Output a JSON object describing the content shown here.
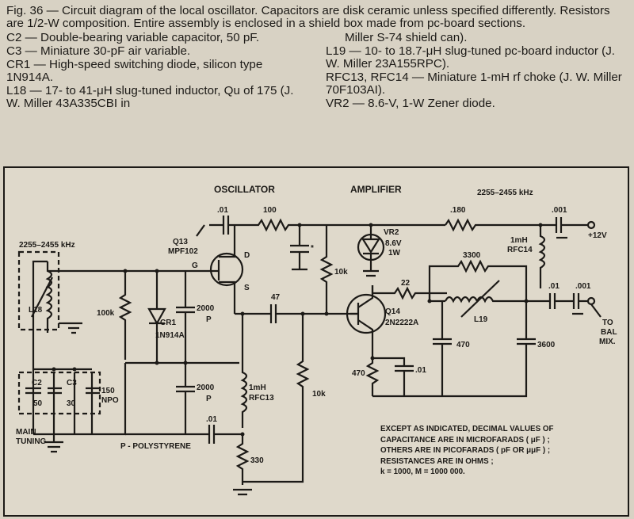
{
  "caption": {
    "intro": "Fig. 36 — Circuit diagram of the local oscillator. Capacitors are disk ceramic unless specified differently. Resistors are 1/2-W composition. Entire assembly is enclosed in a shield box made from pc-board sections.",
    "left_items": [
      {
        "id": "C2",
        "text": "C2 — Double-bearing variable capacitor, 50 pF."
      },
      {
        "id": "C3",
        "text": "C3 — Miniature 30-pF air variable."
      },
      {
        "id": "CR1",
        "text": "CR1 — High-speed switching diode, silicon type 1N914A."
      },
      {
        "id": "L18",
        "text": "L18 — 17- to 41-μH slug-tuned inductor, Qu of 175 (J. W. Miller 43A335CBI in"
      }
    ],
    "right_items": [
      {
        "id": "L18cont",
        "text": "Miller S-74 shield can)."
      },
      {
        "id": "L19",
        "text": "L19 — 10- to 18.7-μH slug-tuned pc-board inductor (J. W. Miller 23A155RPC)."
      },
      {
        "id": "RFC",
        "text": "RFC13, RFC14 — Miniature 1-mH rf choke (J. W. Miller 70F103AI)."
      },
      {
        "id": "VR2",
        "text": "VR2 — 8.6-V, 1-W Zener diode."
      }
    ]
  },
  "schematic": {
    "section_oscillator": "OSCILLATOR",
    "section_amplifier": "AMPLIFIER",
    "freq_left": "2255–2455 kHz",
    "freq_right": "2255–2455 kHz",
    "supply": "+12V",
    "q13": "Q13",
    "q13_type": "MPF102",
    "pin_g": "G",
    "pin_d": "D",
    "pin_s": "S",
    "l18": "L18",
    "r100k": "100k",
    "cr1": "CR1",
    "cr1_type": "1N914A",
    "c2000a": "2000",
    "c2000a_p": "P",
    "c2000b": "2000",
    "c2000b_p": "P",
    "c01a": ".01",
    "r100": "100",
    "cstar": "*",
    "c01b": ".01",
    "r10ka": "10k",
    "c47": "47",
    "rfc13a": "1mH",
    "rfc13b": "RFC13",
    "r10kb": "10k",
    "r330": "330",
    "c2": "C2",
    "c2v": "50",
    "c3": "C3",
    "c3v": "30",
    "c150": "150",
    "npo": "NPO",
    "main_tuning_1": "MAIN",
    "main_tuning_2": "TUNING",
    "p_poly": "P - POLYSTYRENE",
    "vr2": "VR2",
    "vr2_v": "8.6V",
    "vr2_w": "1W",
    "r180": ".180",
    "c001a": ".001",
    "rfc14a": "1mH",
    "rfc14b": "RFC14",
    "r3300": "3300",
    "r22": "22",
    "l19": "L19",
    "q14": "Q14",
    "q14_type": "2N2222A",
    "c470a": "470",
    "c3600": "3600",
    "c01c": ".01",
    "c001b": ".001",
    "to_bal": "TO",
    "to_bal2": "BAL",
    "to_bal3": "MIX.",
    "r470": "470",
    "c01d": ".01"
  },
  "notes": {
    "line1": "EXCEPT AS INDICATED, DECIMAL VALUES OF",
    "line2": "CAPACITANCE ARE IN MICROFARADS ( μF ) ;",
    "line3": "OTHERS ARE IN PICOFARADS ( pF OR μμF ) ;",
    "line4": "RESISTANCES ARE IN OHMS ;",
    "line5": "k = 1000,  M = 1000 000."
  }
}
